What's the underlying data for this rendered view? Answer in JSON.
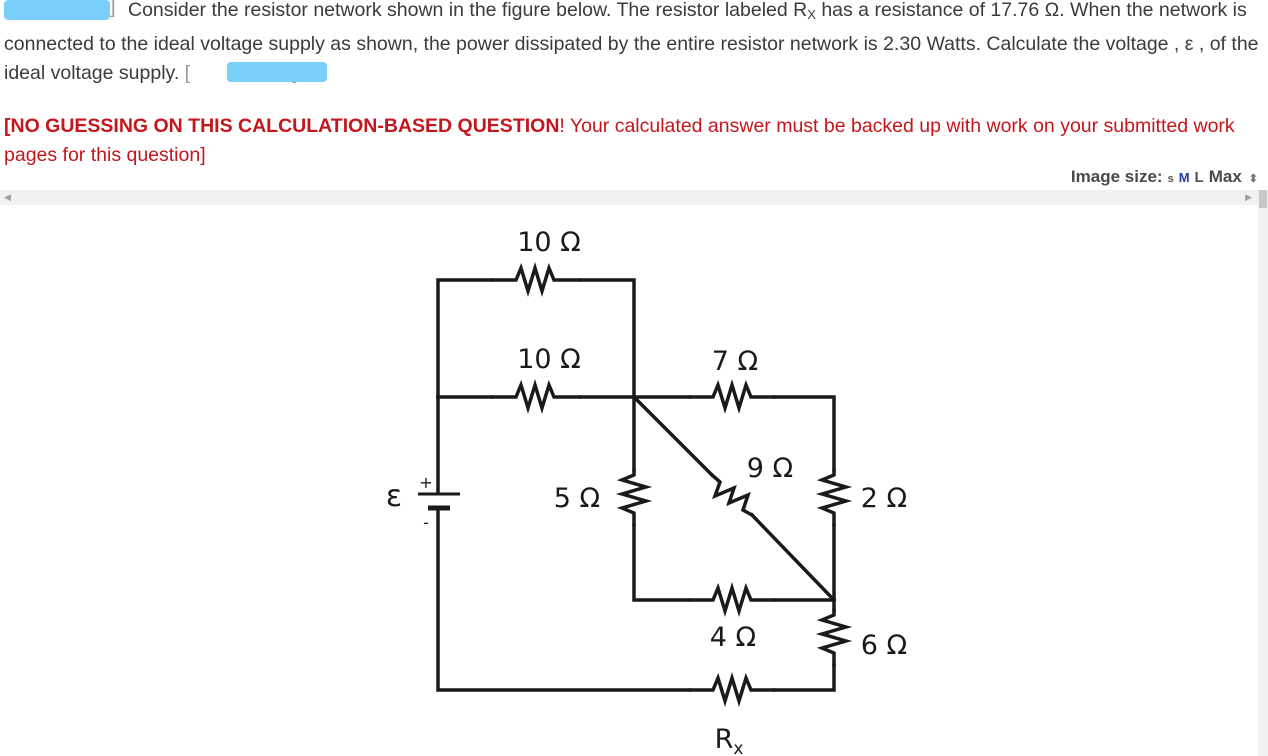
{
  "question": {
    "part1": "Consider the resistor network shown in the figure below. The resistor labeled R",
    "part1_sub": "X",
    "part2": " has a resistance of 17.76 Ω. When the network is connected to the ideal voltage supply as shown, the power dissipated by the entire resistor network is 2.30 Watts. Calculate the voltage , ε , of the ideal voltage supply. ",
    "bracket_open": "[",
    "bracket_close": "]"
  },
  "warning": {
    "bold": "[NO GUESSING ON THIS CALCULATION-BASED QUESTION",
    "rest": "! Your calculated answer must be backed up with work on your submitted work pages for this question]"
  },
  "image_size": {
    "label": "Image size:",
    "options": [
      "s",
      "M",
      "L",
      "Max"
    ]
  },
  "circuit": {
    "labels": {
      "r_top": "10 Ω",
      "r_mid": "10 Ω",
      "r_7": "7 Ω",
      "r_9": "9 Ω",
      "r_5": "5 Ω",
      "r_2": "2 Ω",
      "r_4": "4 Ω",
      "r_6": "6 Ω",
      "rx_main": "R",
      "rx_sub": "x",
      "emf": "ε",
      "plus": "+",
      "minus": "-"
    }
  },
  "colors": {
    "warning": "#c4161c",
    "redaction": "#7ad0fb",
    "wire": "#1a1a1a"
  }
}
